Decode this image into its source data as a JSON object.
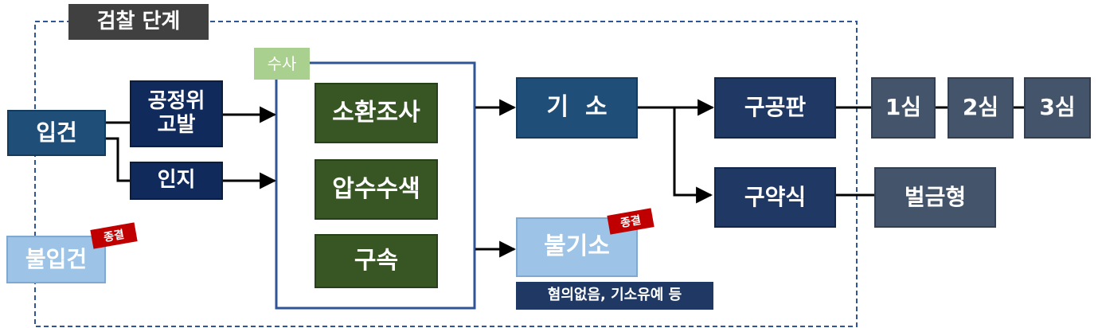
{
  "stage_title": "검찰 단계",
  "investigation_label": "수사",
  "nodes": {
    "ipgeon": "입건",
    "complaint_line1": "공정위",
    "complaint_line2": "고발",
    "recognition": "인지",
    "summons": "소환조사",
    "search": "압수수색",
    "arrest": "구속",
    "indictment": "기  소",
    "trial_request": "구공판",
    "summary_order": "구약식",
    "non_indictment": "불기소",
    "non_ipgeon": "불입건",
    "first_instance": "1심",
    "second_instance": "2심",
    "third_instance": "3심",
    "fine": "벌금형"
  },
  "badges": {
    "non_ipgeon_badge": "종결",
    "non_indictment_badge": "종결"
  },
  "notes": {
    "non_indictment_note": "혐의없음, 기소유예 등"
  },
  "colors": {
    "navy": "#1f3864",
    "green": "#375623",
    "slate": "#44546a",
    "light_blue": "#9dc3e6",
    "badge_red": "#c00000",
    "dashed_border": "#2f5597"
  }
}
